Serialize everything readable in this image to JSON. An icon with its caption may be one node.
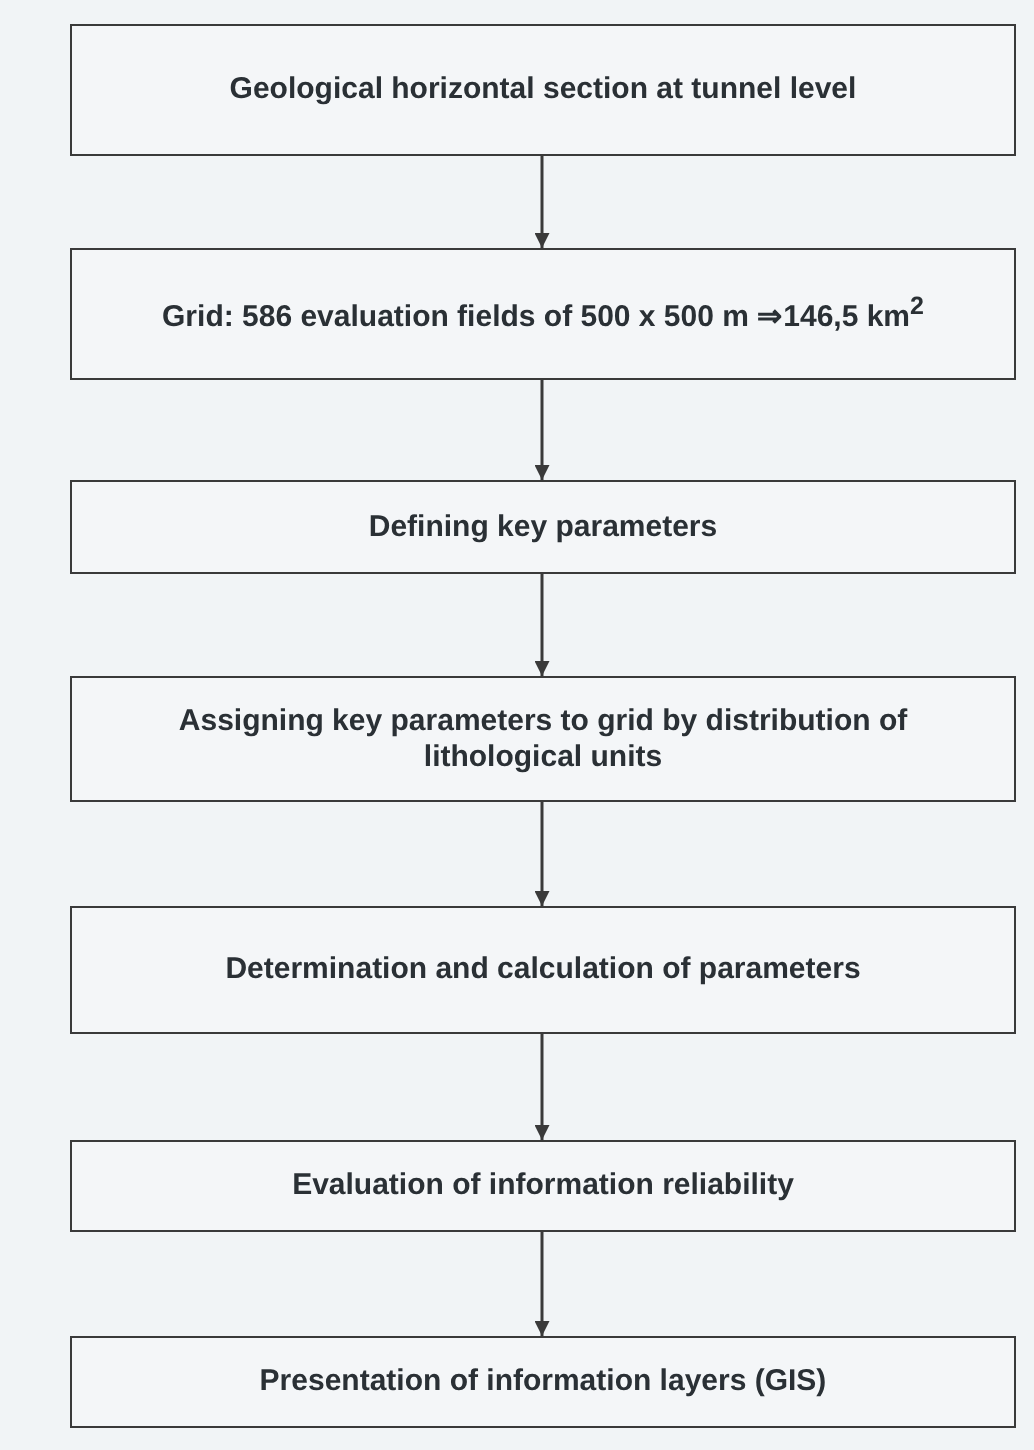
{
  "diagram": {
    "nodes": [
      {
        "text": [
          "Geological horizontal section at tunnel level"
        ]
      },
      {
        "text": [
          "Grid: 586 evaluation fields of 500 x 500 m ⇒146,5 km$^{2}$"
        ]
      },
      {
        "text": [
          "Defining key parameters"
        ]
      },
      {
        "text": [
          "Assigning key parameters to grid by distribution of lithological units"
        ]
      },
      {
        "text": [
          "Determination and calculation of parameters"
        ]
      },
      {
        "text": [
          "Evaluation of information reliability"
        ]
      },
      {
        "text": [
          "Presentation of information layers (GIS)"
        ]
      }
    ],
    "edges": [
      {
        "from": 0,
        "to": 1,
        "arrow": "to"
      },
      {
        "from": 1,
        "to": 2,
        "arrow": "to"
      },
      {
        "from": 2,
        "to": 3,
        "arrow": "to"
      },
      {
        "from": 3,
        "to": 4,
        "arrow": "to"
      },
      {
        "from": 4,
        "to": 5,
        "arrow": "to"
      },
      {
        "from": 5,
        "to": 6,
        "arrow": "to"
      }
    ]
  }
}
